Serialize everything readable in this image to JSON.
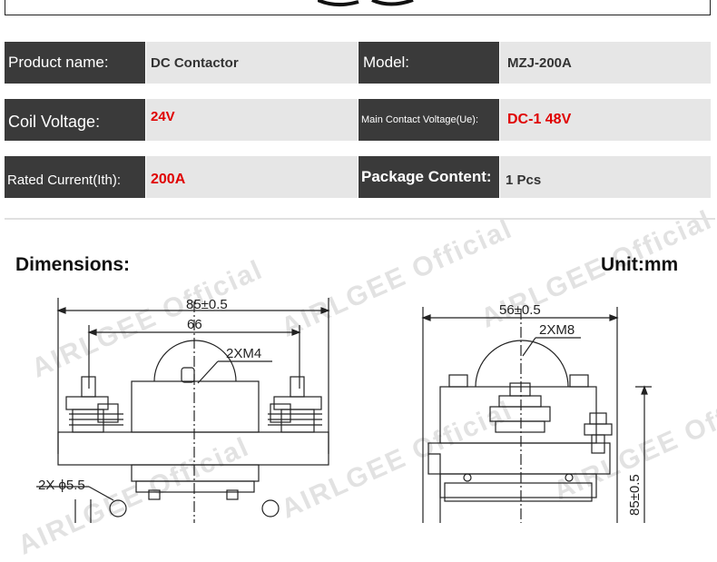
{
  "specs": [
    [
      {
        "label": "Product name:",
        "value": "DC Contactor"
      },
      {
        "label": "Model:",
        "value": "MZJ-200A"
      }
    ],
    [
      {
        "label": "Coil Voltage:",
        "value": "24V"
      },
      {
        "label": "Main Contact Voltage(Ue):",
        "value": "DC-1 48V"
      }
    ],
    [
      {
        "label": "Rated Current(Ith):",
        "value": "200A"
      },
      {
        "label": "Package Content:",
        "value": "1 Pcs"
      }
    ]
  ],
  "colors": {
    "label_bg": "#3a3a3a",
    "value_bg": "#e6e6e6",
    "highlight": "#e00000",
    "dark_text": "#333333"
  },
  "dimensions": {
    "title": "Dimensions:",
    "unit": "Unit:mm",
    "front": {
      "overall_width": "85±0.5",
      "bolt_spacing": "66",
      "terminal": "2XM4",
      "hole": "2X ϕ5.5"
    },
    "side": {
      "width": "56±0.5",
      "terminal": "2XM8",
      "height": "85±0.5"
    }
  },
  "watermark": "AIRLGEE Official"
}
